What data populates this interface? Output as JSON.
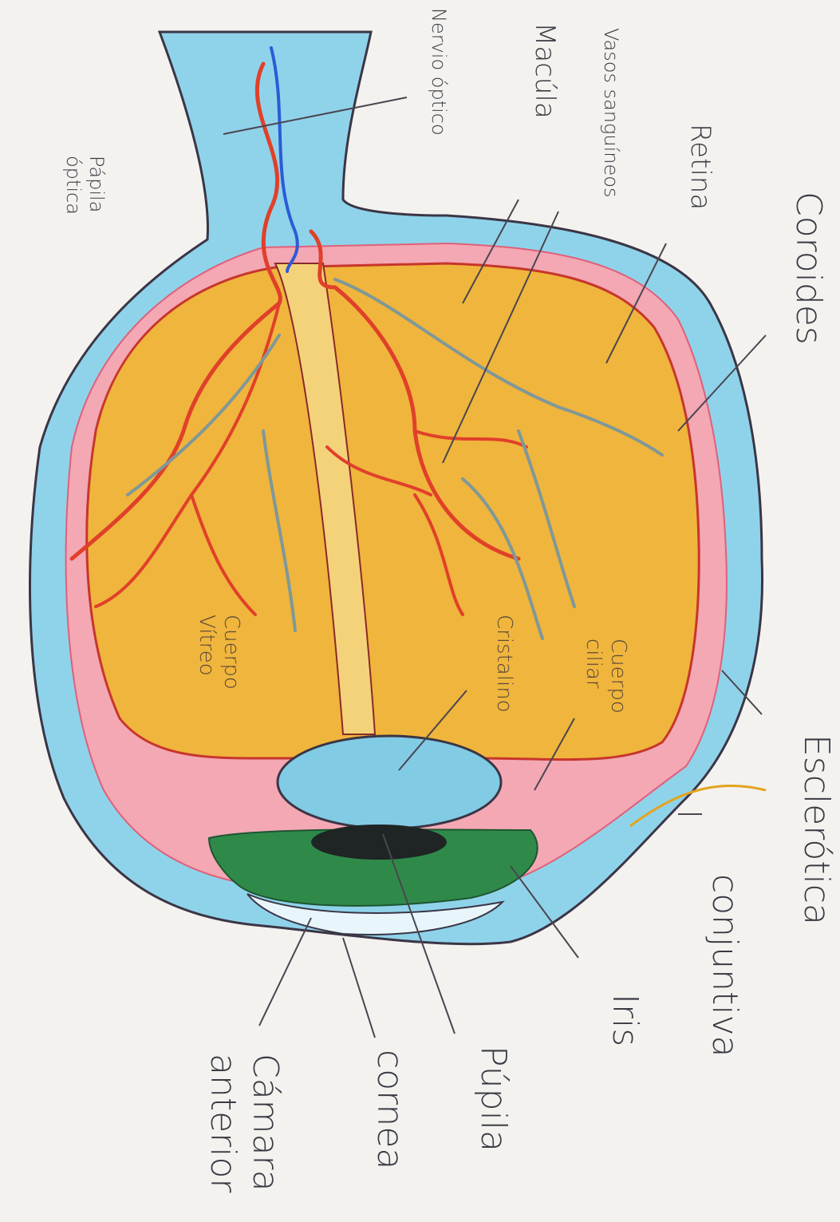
{
  "labels": {
    "papila_optica": "Pápila\nóptica",
    "nervio_optico": "Nervio óptico",
    "macula": "Macúla",
    "vasos_sanguineos": "Vasos sanguíneos",
    "retina": "Retina",
    "coroides": "Coroides",
    "esclerotica": "Esclerótica",
    "conjuntiva": "conjuntiva",
    "iris": "Iris",
    "pupila": "Púpila",
    "cornea": "cornea",
    "camara_anterior": "Cámara\nanterior",
    "cuerpo_vitreo": "Cuerpo\nVítreo",
    "cristalino": "Cristalino",
    "cuerpo_ciliar": "Cuerpo\nciliar"
  },
  "colors": {
    "sclera": "#8fd3ea",
    "choroid": "#f08aa0",
    "retina_fill": "#f0b53c",
    "artery": "#e0402a",
    "vein": "#7f9898",
    "lens": "#82cbe4",
    "iris": "#2f8a4a",
    "pupil": "#1f2424",
    "outline": "#3b3545"
  }
}
